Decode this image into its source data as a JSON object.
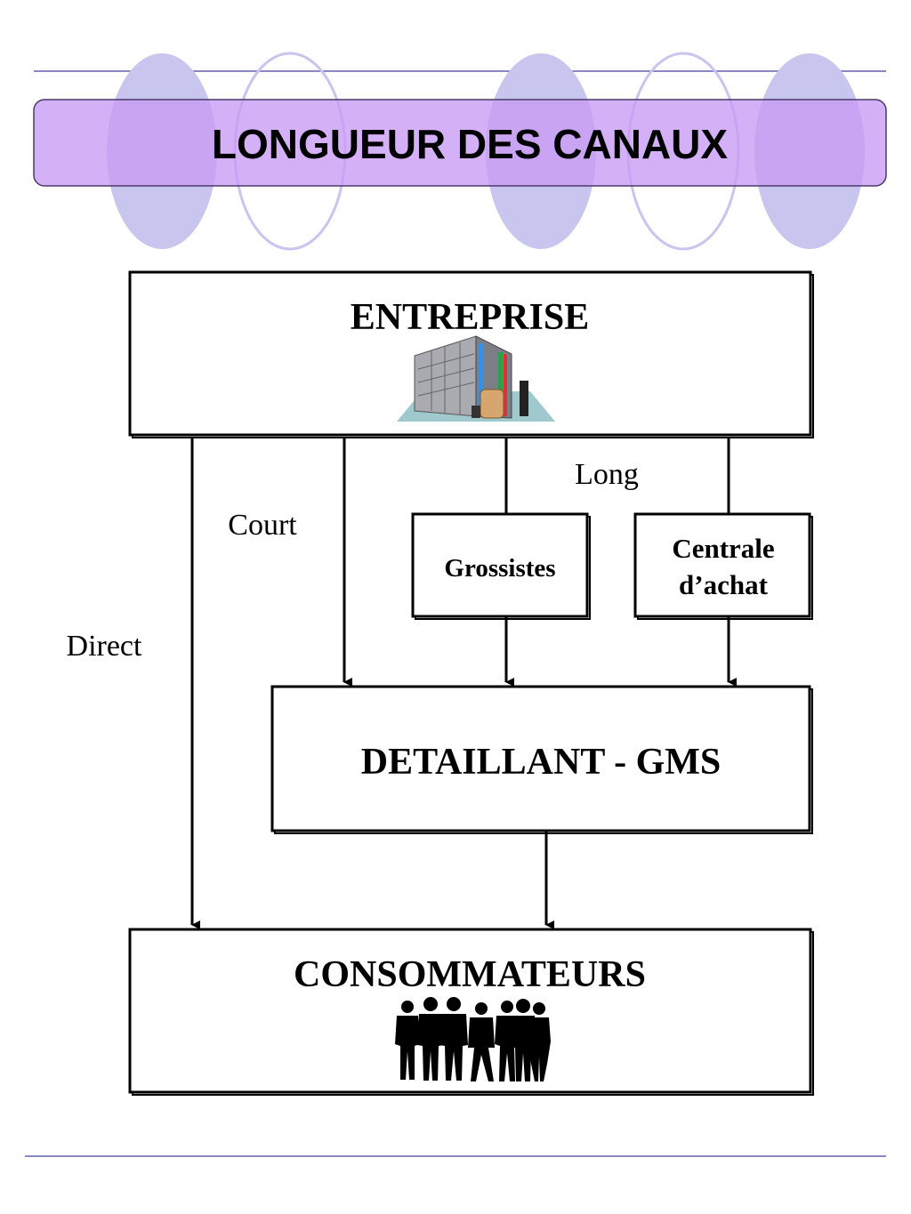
{
  "slide": {
    "title": "LONGUEUR DES CANAUX",
    "colors": {
      "title_band_fill": "#c89af5",
      "title_band_stroke": "#4a3a6a",
      "decor_ellipse_fill": "#c8c6ee",
      "decor_ellipse_stroke": "#c8c6ee",
      "rule_line": "#8a88c0",
      "box_border": "#000000",
      "text": "#000000"
    }
  },
  "diagram": {
    "nodes": {
      "entreprise": {
        "label": "ENTREPRISE",
        "icon": "factory-building-icon"
      },
      "grossistes": {
        "label": "Grossistes"
      },
      "centrale": {
        "label_line1": "Centrale",
        "label_line2": "d’achat"
      },
      "detaillant": {
        "label": "DETAILLANT - GMS"
      },
      "consommateurs": {
        "label": "CONSOMMATEURS",
        "icon": "people-silhouettes-icon"
      }
    },
    "channel_labels": {
      "direct": "Direct",
      "court": "Court",
      "long": "Long"
    }
  }
}
